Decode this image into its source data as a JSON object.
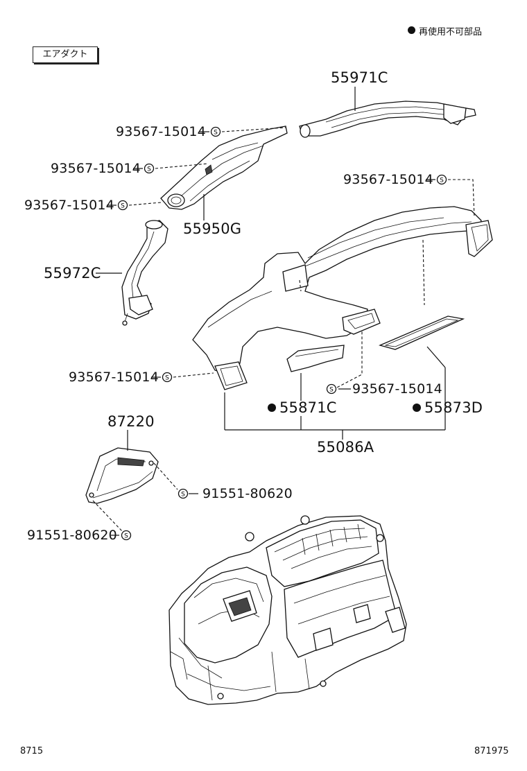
{
  "legend": {
    "text": "再使用不可部品"
  },
  "sheet_title": "エアダクト",
  "parts": {
    "p55971C": "55971C",
    "p93567_a": "93567-15014",
    "p93567_b": "93567-15014",
    "p93567_c": "93567-15014",
    "p93567_d": "93567-15014",
    "p55950G": "55950G",
    "p55972C": "55972C",
    "p93567_e": "93567-15014",
    "p93567_f": "93567-15014",
    "p55871C": "55871C",
    "p55873D": "55873D",
    "p55086A": "55086A",
    "p87220": "87220",
    "p91551_a": "91551-80620",
    "p91551_b": "91551-80620"
  },
  "footer": {
    "left": "8715",
    "right": "871975"
  }
}
